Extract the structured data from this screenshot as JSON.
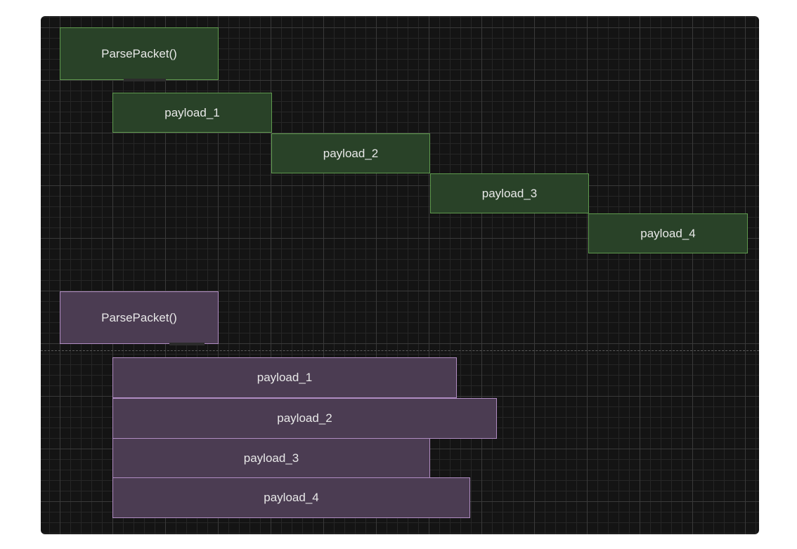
{
  "diagram": {
    "top_group": {
      "function_label": "ParsePacket()",
      "payloads": [
        "payload_1",
        "payload_2",
        "payload_3",
        "payload_4"
      ]
    },
    "bottom_group": {
      "function_label": "ParsePacket()",
      "payloads": [
        "payload_1",
        "payload_2",
        "payload_3",
        "payload_4"
      ]
    }
  },
  "colors": {
    "canvas_background": "#141414",
    "green_fill": "#294228",
    "green_border": "#5f9a4e",
    "purple_fill": "#4b3c52",
    "purple_border": "#b08cc2"
  }
}
